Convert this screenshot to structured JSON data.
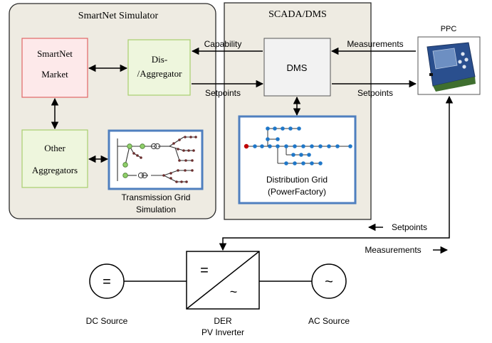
{
  "smartnet": {
    "title": "SmartNet Simulator",
    "market_line1": "SmartNet",
    "market_line2": "Market",
    "aggregator_line1": "Dis-",
    "aggregator_line2": "/Aggregator",
    "other_line1": "Other",
    "other_line2": "Aggregators",
    "transmission_line1": "Transmission Grid",
    "transmission_line2": "Simulation"
  },
  "scada": {
    "title": "SCADA/DMS",
    "dms": "DMS",
    "distribution_line1": "Distribution Grid",
    "distribution_line2": "(PowerFactory)"
  },
  "ppc": {
    "label": "PPC"
  },
  "flows": {
    "capability": "Capability",
    "setpoints_left": "Setpoints",
    "measurements_top": "Measurements",
    "setpoints_right": "Setpoints",
    "setpoints_lower": "Setpoints",
    "measurements_lower": "Measurements"
  },
  "der": {
    "dc_symbol": "=",
    "dc_label": "DC Source",
    "inverter_dc_symbol": "=",
    "inverter_ac_symbol": "~",
    "inverter_line1": "DER",
    "inverter_line2": "PV Inverter",
    "ac_symbol": "~",
    "ac_label": "AC Source"
  },
  "colors": {
    "panel_fill": "#eeebe2",
    "panel_stroke": "#2b2b2b",
    "market_fill": "#fde9ea",
    "market_stroke": "#e06666",
    "aggregator_fill": "#eef6dd",
    "aggregator_stroke": "#a9cf6d",
    "grid_frame": "#4f7fbf",
    "dms_fill": "#f2f2f2",
    "node_blue": "#1f77c8",
    "node_red": "#c00000",
    "node_green": "#8fd06a",
    "node_dark": "#6b2e2e"
  }
}
